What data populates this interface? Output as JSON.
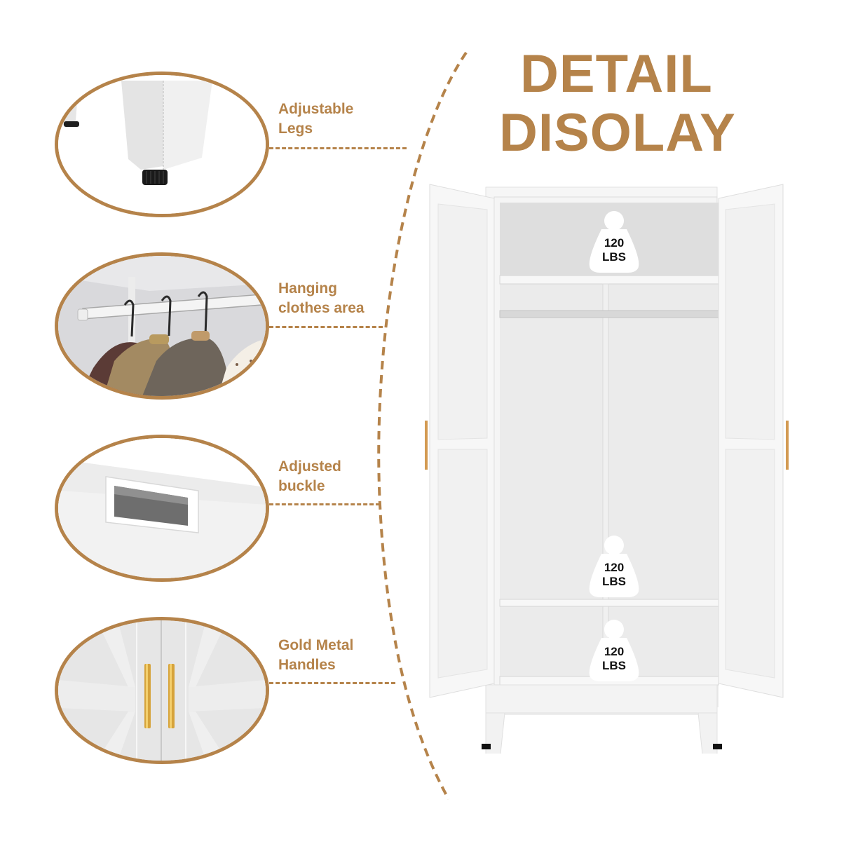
{
  "header": {
    "title_line1": "DETAIL",
    "title_line2": "DISOLAY"
  },
  "features": [
    {
      "label_line1": "Adjustable",
      "label_line2": "Legs",
      "image": "adjustable-leg-closeup"
    },
    {
      "label_line1": "Hanging",
      "label_line2": "clothes area",
      "image": "hanging-rod-with-clothes"
    },
    {
      "label_line1": "Adjusted",
      "label_line2": "buckle",
      "image": "recessed-buckle-closeup"
    },
    {
      "label_line1": "Gold Metal",
      "label_line2": "Handles",
      "image": "gold-handles-closeup"
    }
  ],
  "cabinet": {
    "load_badges": [
      {
        "value": "120",
        "unit": "LBS",
        "position": "top-shelf"
      },
      {
        "value": "120",
        "unit": "LBS",
        "position": "middle-shelf"
      },
      {
        "value": "120",
        "unit": "LBS",
        "position": "bottom-shelf"
      }
    ]
  },
  "colors": {
    "accent_gold": "#b5834a",
    "cabinet_white": "#f2f2f2",
    "text_dark": "#111111"
  }
}
